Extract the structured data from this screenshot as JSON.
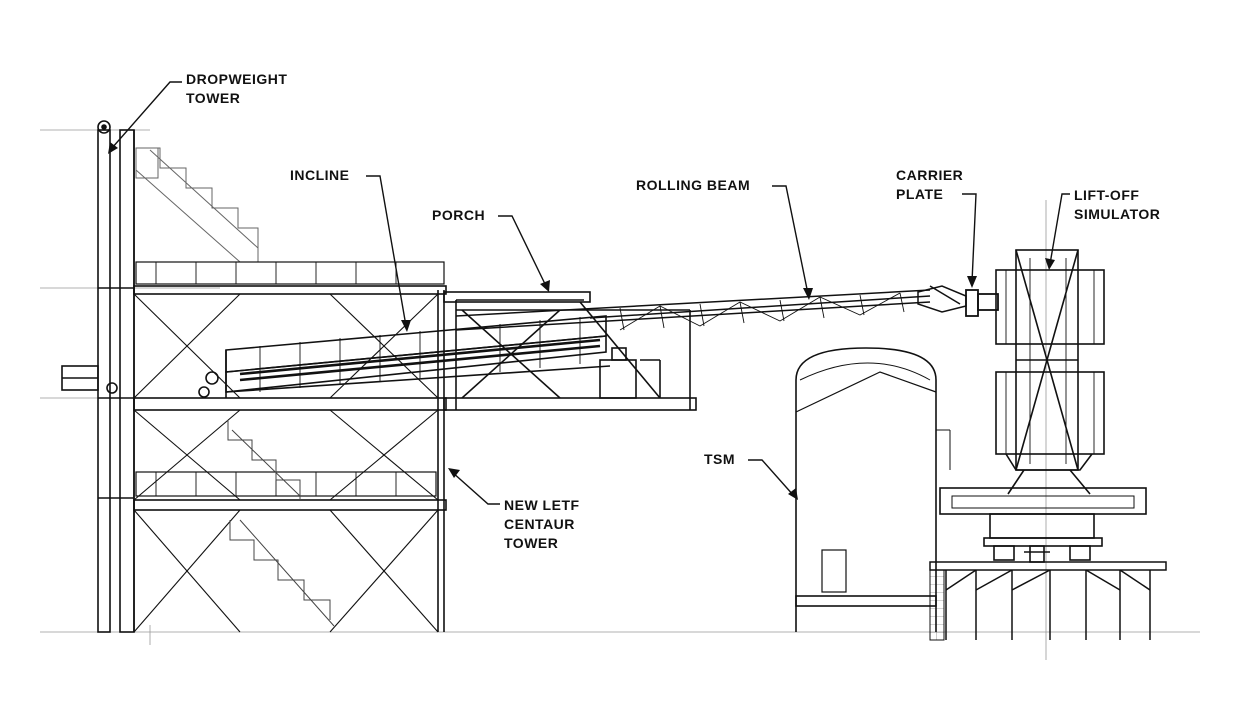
{
  "colors": {
    "ink": "#111111",
    "faint": "#bdbdbd",
    "paper": "#ffffff"
  },
  "labels": {
    "dropweight_tower": [
      "DROPWEIGHT",
      "TOWER"
    ],
    "incline": "INCLINE",
    "porch": "PORCH",
    "rolling_beam": "ROLLING BEAM",
    "carrier_plate": [
      "CARRIER",
      "PLATE"
    ],
    "lift_off_simulator": [
      "LIFT-OFF",
      "SIMULATOR"
    ],
    "tsm": "TSM",
    "new_letf_centaur_tower": [
      "NEW LETF",
      "CENTAUR",
      "TOWER"
    ]
  }
}
